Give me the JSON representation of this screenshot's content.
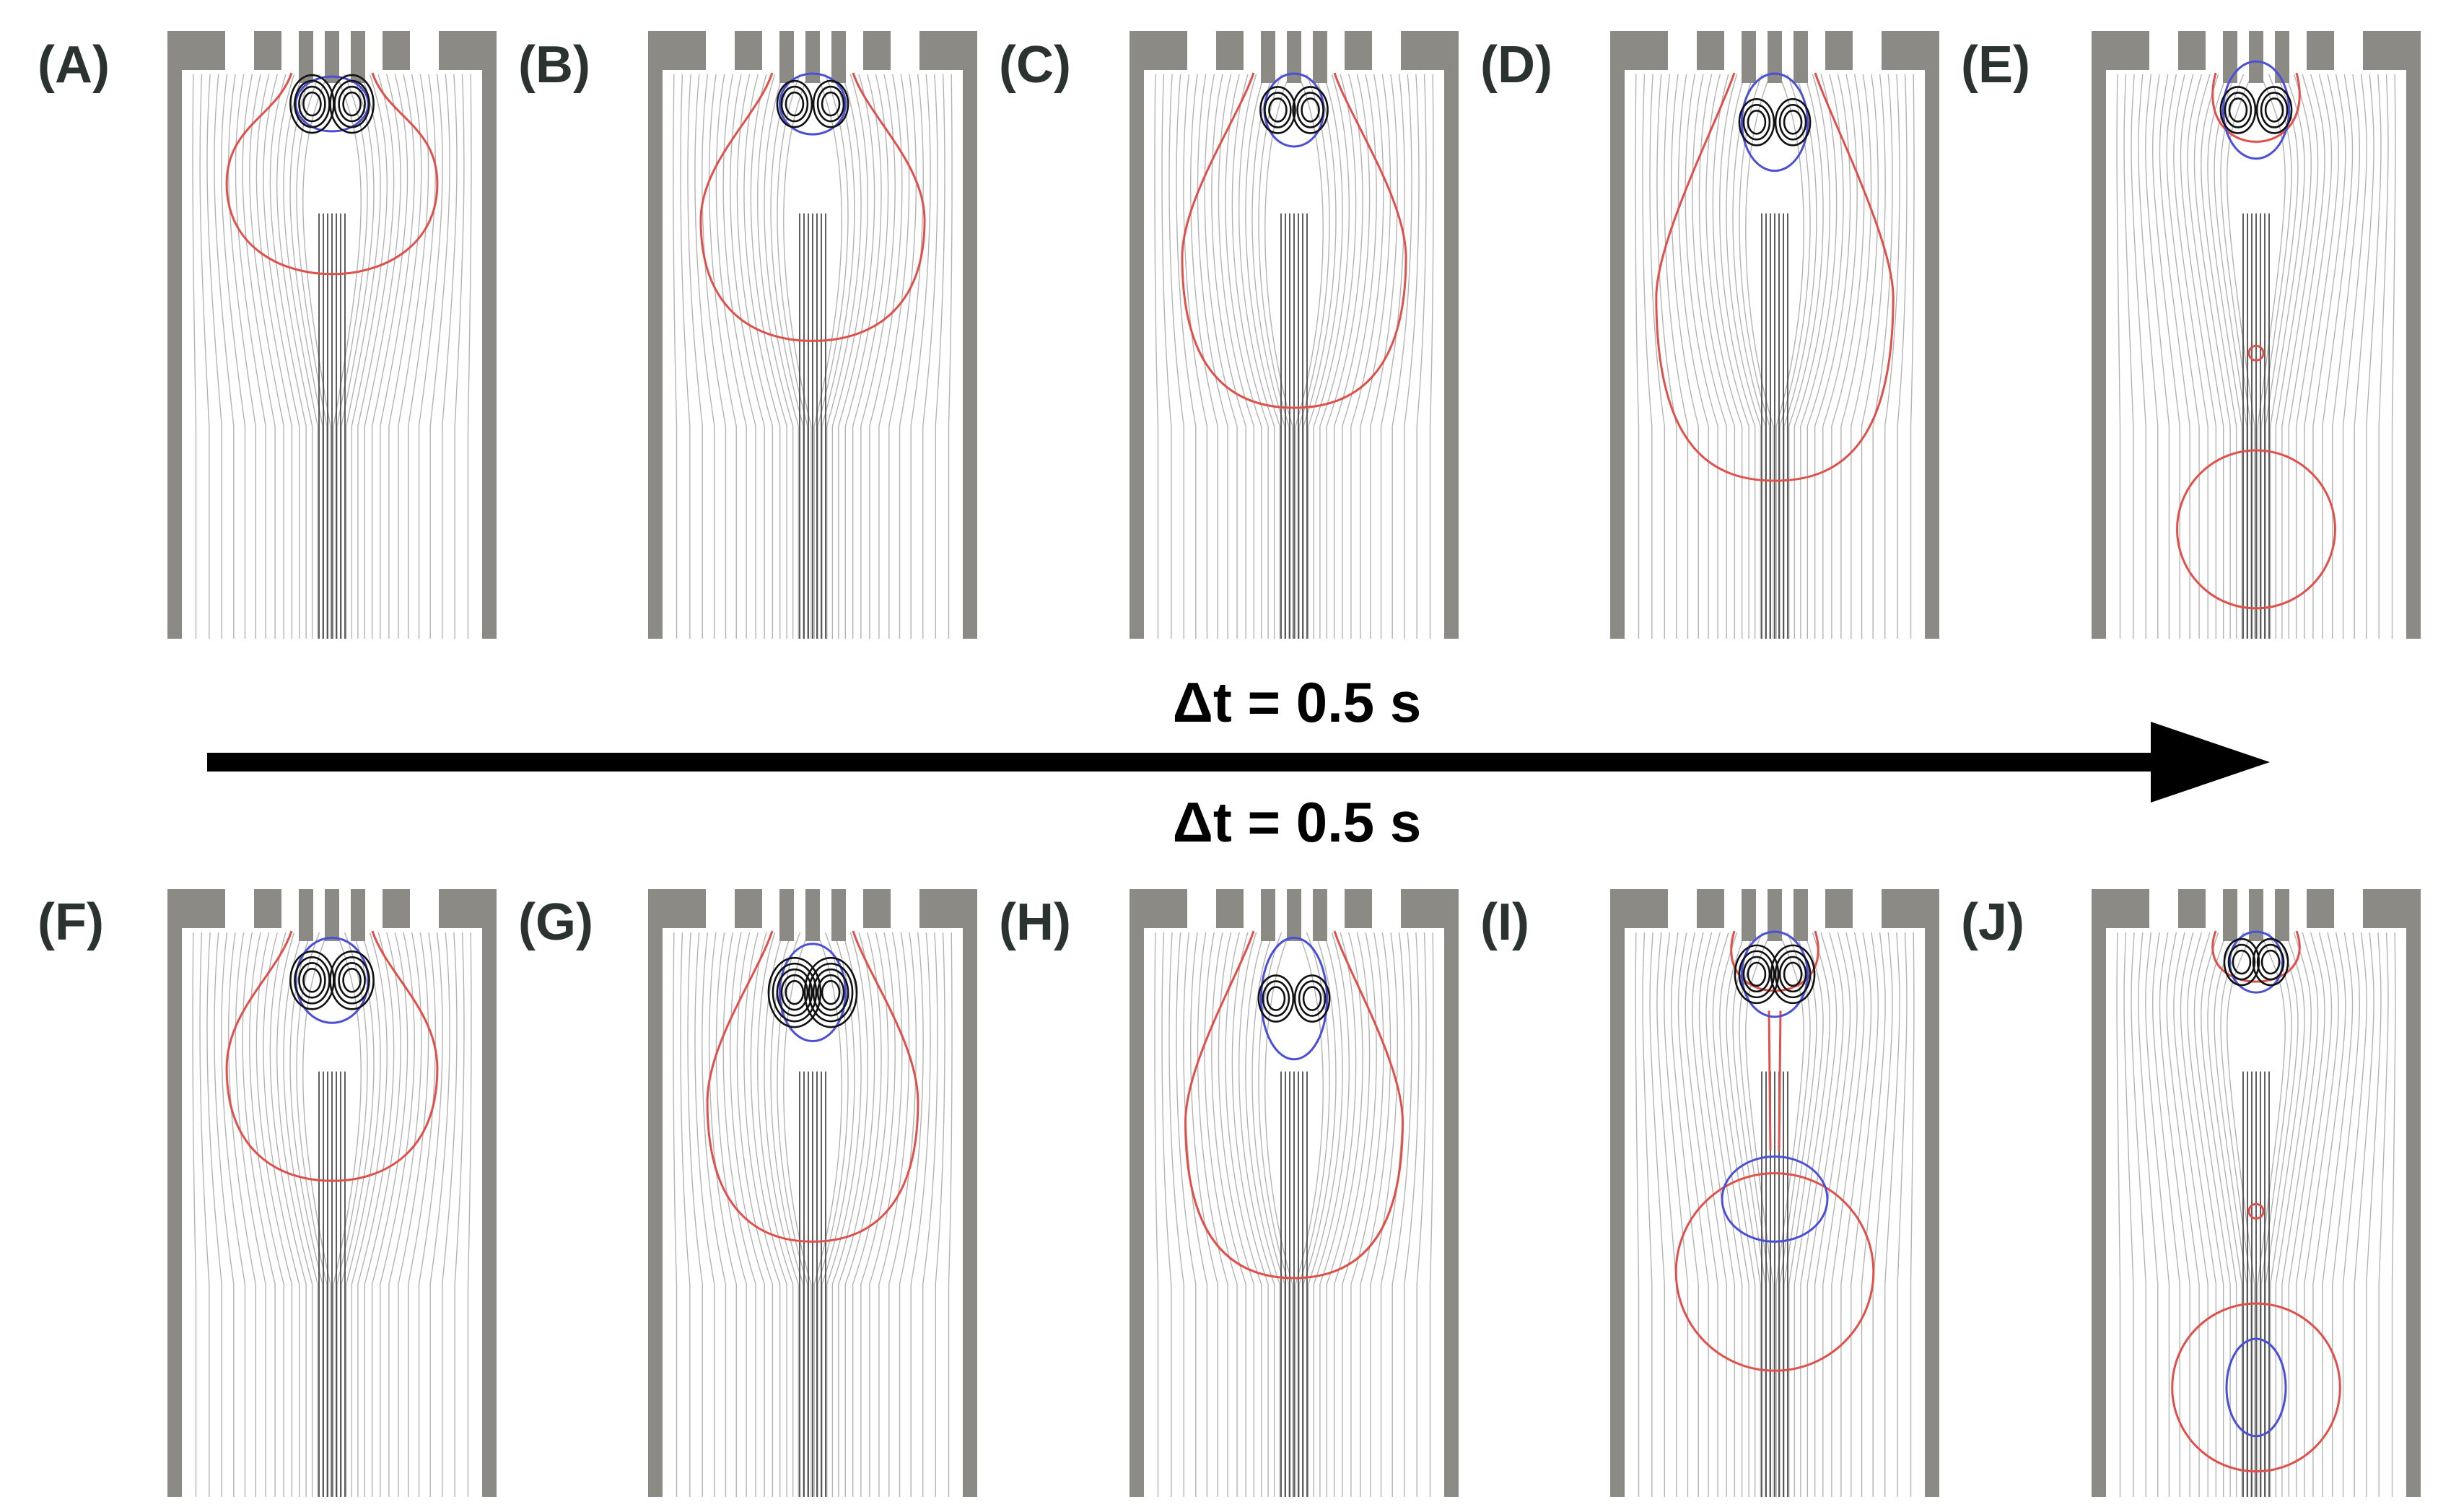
{
  "figure": {
    "top_label": "Δt = 0.5 s",
    "bottom_label": "Δt = 0.5 s",
    "colors": {
      "wall": "#8c8a85",
      "red_contour": "#e0504a",
      "blue_contour": "#4a4fd6",
      "streamline": "#9a9a9a",
      "vortex": "#111111",
      "arrow": "#000000"
    },
    "panels": [
      {
        "label": "(A)",
        "red": {
          "shape": "neck",
          "top": 0.06,
          "bottom": 0.4,
          "width": 0.32
        },
        "blue": {
          "cy": 0.12,
          "rx": 0.11,
          "ry": 0.045
        },
        "vortex_strength": 3
      },
      {
        "label": "(B)",
        "red": {
          "shape": "neck",
          "top": 0.06,
          "bottom": 0.51,
          "width": 0.34
        },
        "blue": {
          "cy": 0.12,
          "rx": 0.1,
          "ry": 0.05
        },
        "vortex_strength": 2
      },
      {
        "label": "(C)",
        "red": {
          "shape": "neck",
          "top": 0.06,
          "bottom": 0.62,
          "width": 0.34
        },
        "blue": {
          "cy": 0.13,
          "rx": 0.09,
          "ry": 0.06
        },
        "vortex_strength": 2
      },
      {
        "label": "(D)",
        "red": {
          "shape": "neck",
          "top": 0.06,
          "bottom": 0.74,
          "width": 0.36
        },
        "blue": {
          "cy": 0.15,
          "rx": 0.1,
          "ry": 0.08
        },
        "vortex_strength": 2
      },
      {
        "label": "(E)",
        "red": {
          "shape": "detached",
          "cap": 0.22,
          "drop_cy": 0.82,
          "drop_r": 0.16
        },
        "blue": {
          "cy": 0.13,
          "rx": 0.1,
          "ry": 0.08
        },
        "vortex_strength": 2
      },
      {
        "label": "(F)",
        "red": {
          "shape": "neck",
          "top": 0.06,
          "bottom": 0.48,
          "width": 0.32
        },
        "blue": {
          "cy": 0.15,
          "rx": 0.11,
          "ry": 0.07
        },
        "vortex_strength": 3
      },
      {
        "label": "(G)",
        "red": {
          "shape": "neck",
          "top": 0.06,
          "bottom": 0.58,
          "width": 0.32
        },
        "blue": {
          "cy": 0.17,
          "rx": 0.1,
          "ry": 0.08
        },
        "vortex_strength": 4
      },
      {
        "label": "(H)",
        "red": {
          "shape": "neck",
          "top": 0.06,
          "bottom": 0.64,
          "width": 0.33
        },
        "blue": {
          "cy": 0.18,
          "rx": 0.1,
          "ry": 0.1
        },
        "vortex_strength": 2
      },
      {
        "label": "(I)",
        "red": {
          "shape": "pinch",
          "cap": 0.2,
          "drop_cy": 0.63,
          "drop_r": 0.2,
          "inner_cy": 0.51,
          "inner_rx": 0.16,
          "inner_ry": 0.07
        },
        "blue": {
          "cy": 0.14,
          "rx": 0.1,
          "ry": 0.07
        },
        "vortex_strength": 3
      },
      {
        "label": "(J)",
        "red": {
          "shape": "detached2",
          "cap": 0.18,
          "drop_cy": 0.82,
          "drop_r": 0.17,
          "inner_cy": 0.82,
          "inner_rx": 0.09,
          "inner_ry": 0.08
        },
        "blue": {
          "cy": 0.12,
          "rx": 0.08,
          "ry": 0.05
        },
        "vortex_strength": 2
      }
    ]
  }
}
